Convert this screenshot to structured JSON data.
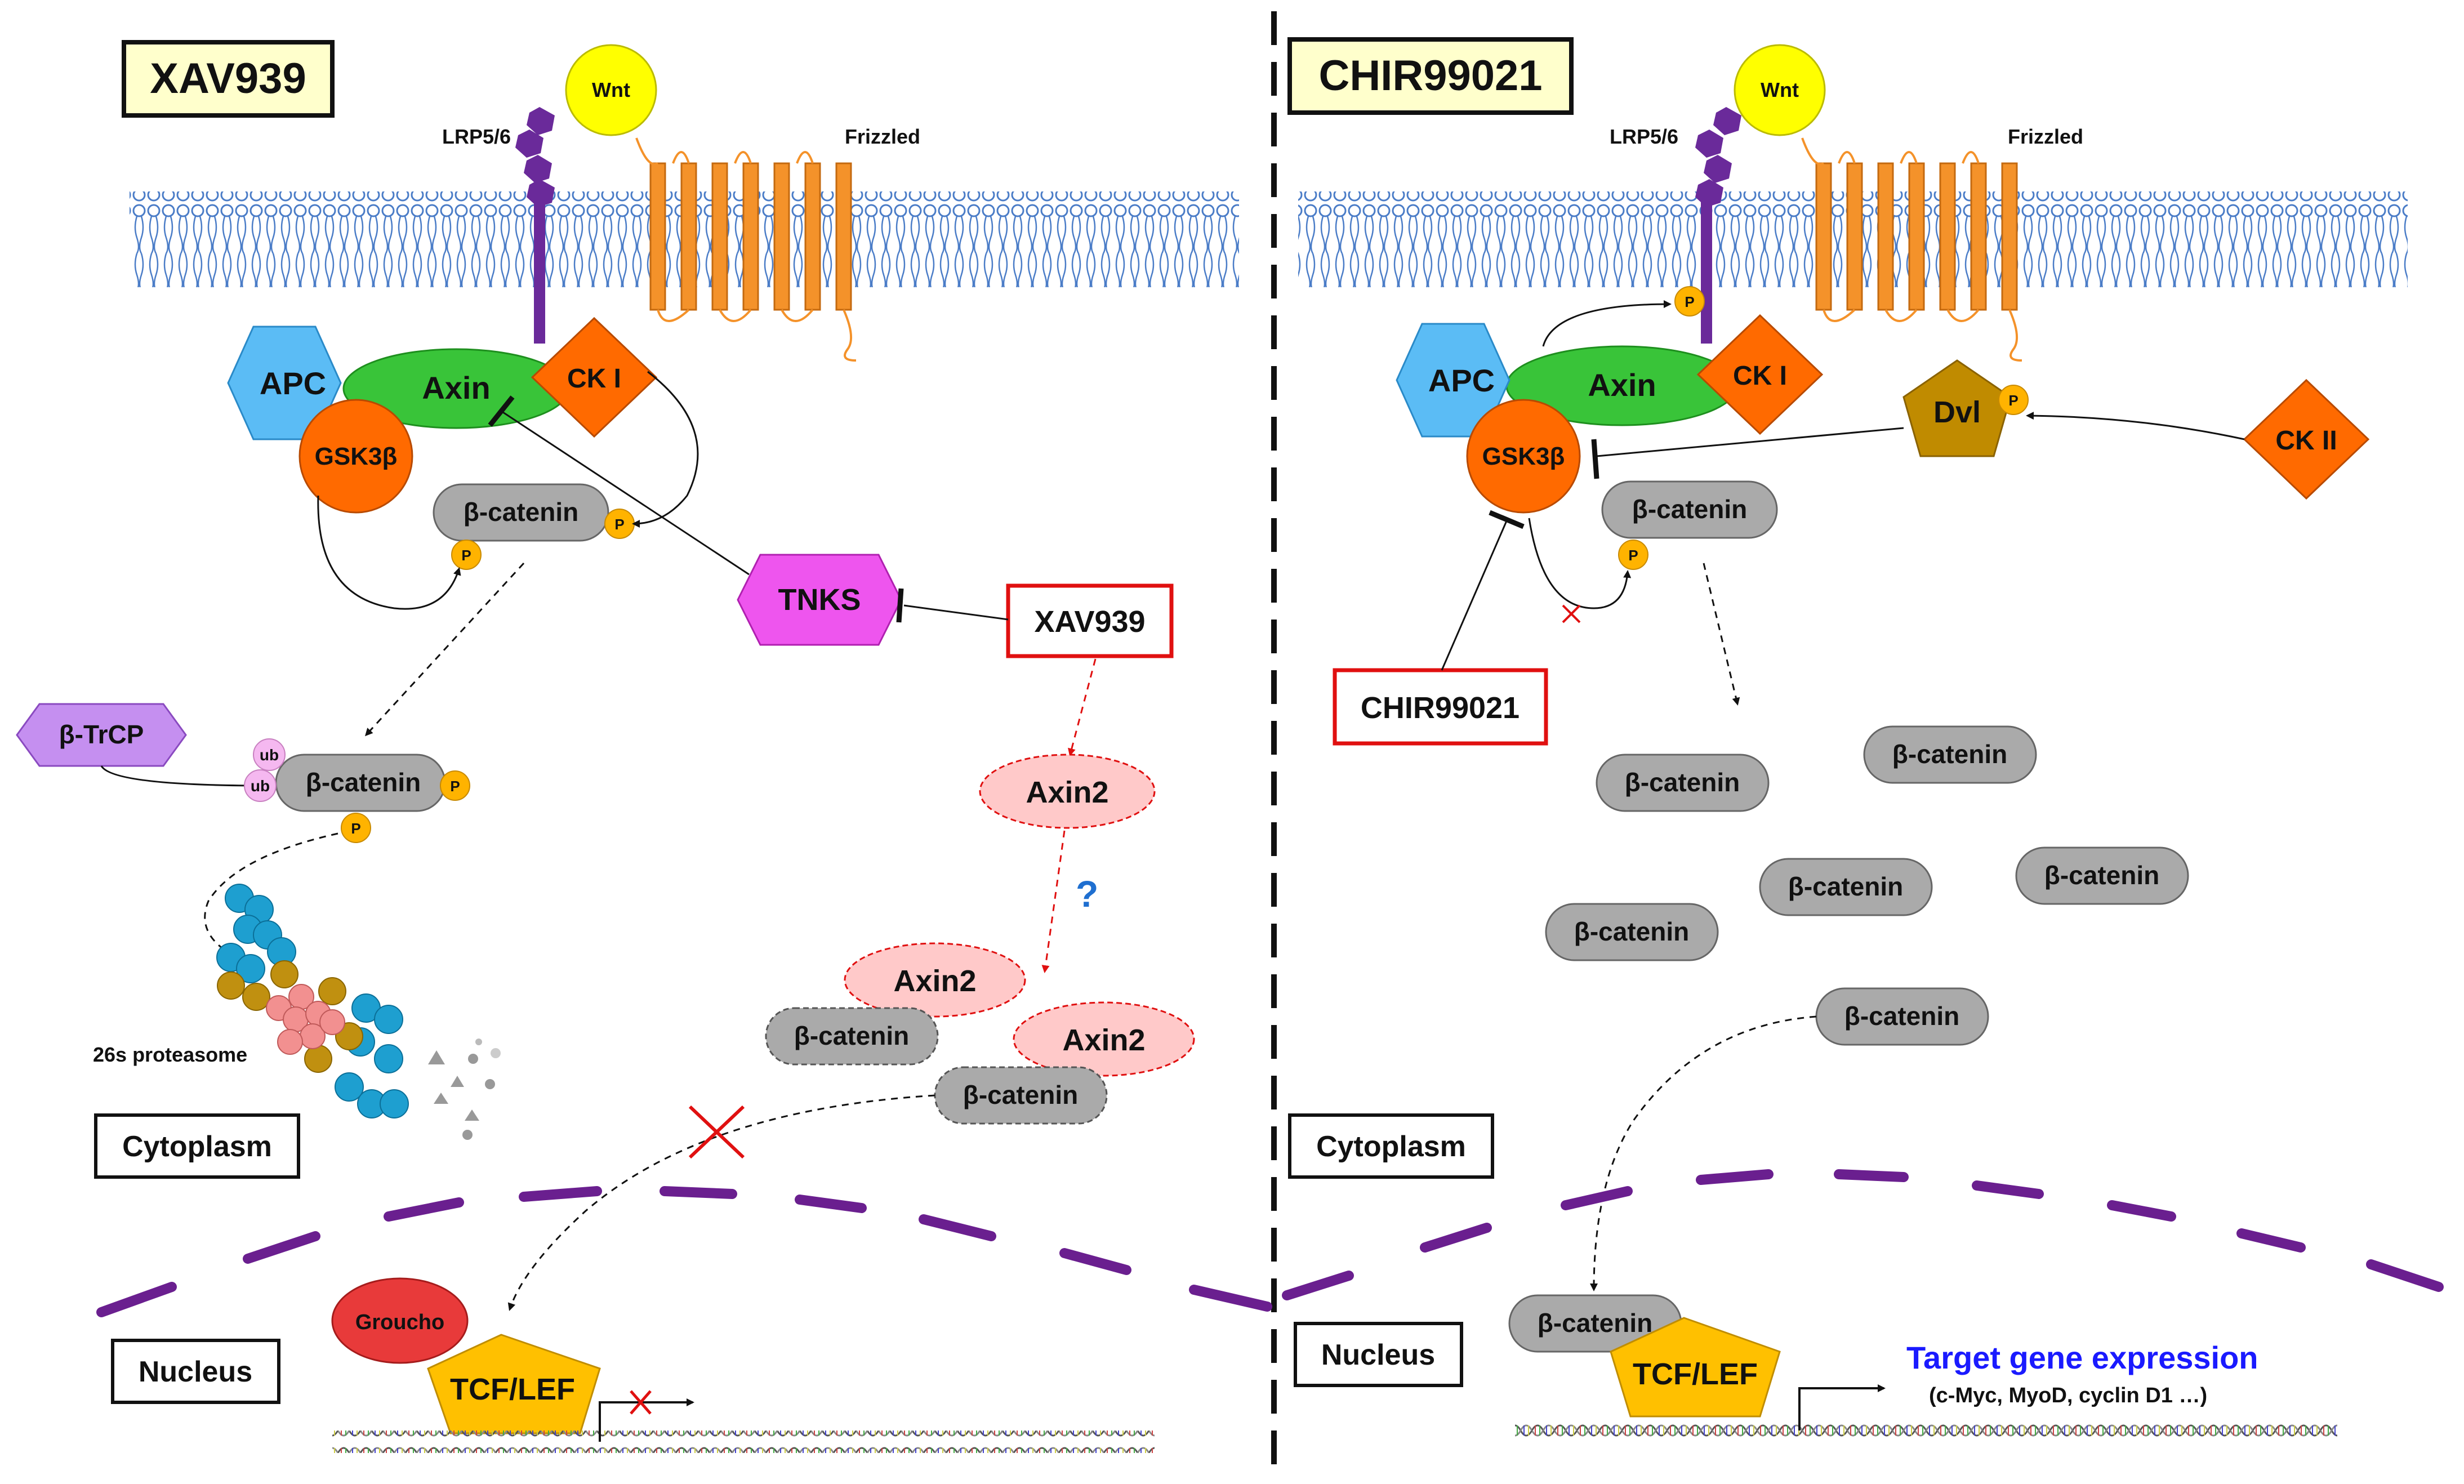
{
  "left": {
    "title": "XAV939",
    "wnt": "Wnt",
    "lrp": "LRP5/6",
    "frizzled": "Frizzled",
    "apc": "APC",
    "axin": "Axin",
    "ck1": "CK I",
    "gsk3b": "GSK3β",
    "bcat_top": "β-catenin",
    "tnks": "TNKS",
    "inhibitor": "XAV939",
    "btrcp": "β-TrCP",
    "ub": "ub",
    "bcat_ub": "β-catenin",
    "p": "P",
    "axin2_a": "Axin2",
    "question": "?",
    "axin2_b": "Axin2",
    "axin2_c": "Axin2",
    "bcat_dash1": "β-catenin",
    "bcat_dash2": "β-catenin",
    "proteasome": "26s  proteasome",
    "cytoplasm": "Cytoplasm",
    "nucleus": "Nucleus",
    "groucho": "Groucho",
    "tcf": "TCF/LEF"
  },
  "right": {
    "title": "CHIR99021",
    "wnt": "Wnt",
    "lrp": "LRP5/6",
    "frizzled": "Frizzled",
    "apc": "APC",
    "axin": "Axin",
    "ck1": "CK I",
    "gsk3b": "GSK3β",
    "dvl": "Dvl",
    "ck2": "CK II",
    "bcat_top": "β-catenin",
    "inhibitor": "CHIR99021",
    "p": "P",
    "bcat_free": [
      "β-catenin",
      "β-catenin",
      "β-catenin",
      "β-catenin",
      "β-catenin"
    ],
    "bcat_move": "β-catenin",
    "bcat_nuc": "β-catenin",
    "cytoplasm": "Cytoplasm",
    "nucleus": "Nucleus",
    "tcf": "TCF/LEF",
    "target_title": "Target gene expression",
    "target_sub": "(c-Myc, MyoD, cyclin  D1 …)"
  },
  "colors": {
    "membrane": "#4a7cc7",
    "lrp": "#6a2a9a",
    "frizzled": "#f4922a",
    "apc": "#5bbcf5",
    "axin": "#39c439",
    "ck": "#ff6a00",
    "gsk": "#ff6a00",
    "catenin": "#aaaaaa",
    "phospho": "#ffb300",
    "tnks": "#ee55ee",
    "btrcp": "#c58ff0",
    "axin2": "#ffc9c9",
    "inhibitor_border": "#e01010",
    "tcf": "#ffc000",
    "groucho": "#e83a3a",
    "dvl": "#c08b00",
    "nuclear_envelope": "#6a1f8f",
    "target_text": "#1a1aff"
  },
  "icons": [
    "membrane-bilayer",
    "dna-helix",
    "proteasome-cluster",
    "phospho-badge",
    "inhibition-bar",
    "block-cross"
  ]
}
